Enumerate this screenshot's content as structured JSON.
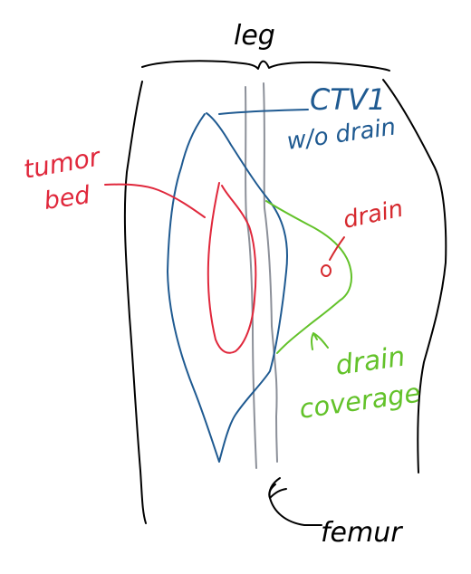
{
  "labels": {
    "leg": "leg",
    "ctv": "CTV1",
    "ctv_note": "w/o drain",
    "tumor": "tumor",
    "tumor_2": "bed",
    "drain": "drain",
    "coverage": "drain",
    "coverage_2": "coverage",
    "femur": "femur"
  },
  "colors": {
    "ink": "#000000",
    "ctv": "#1f5a91",
    "tumor": "#e0283c",
    "drain": "#d62a2f",
    "coverage": "#63c22a",
    "femur": "#8c9099"
  }
}
